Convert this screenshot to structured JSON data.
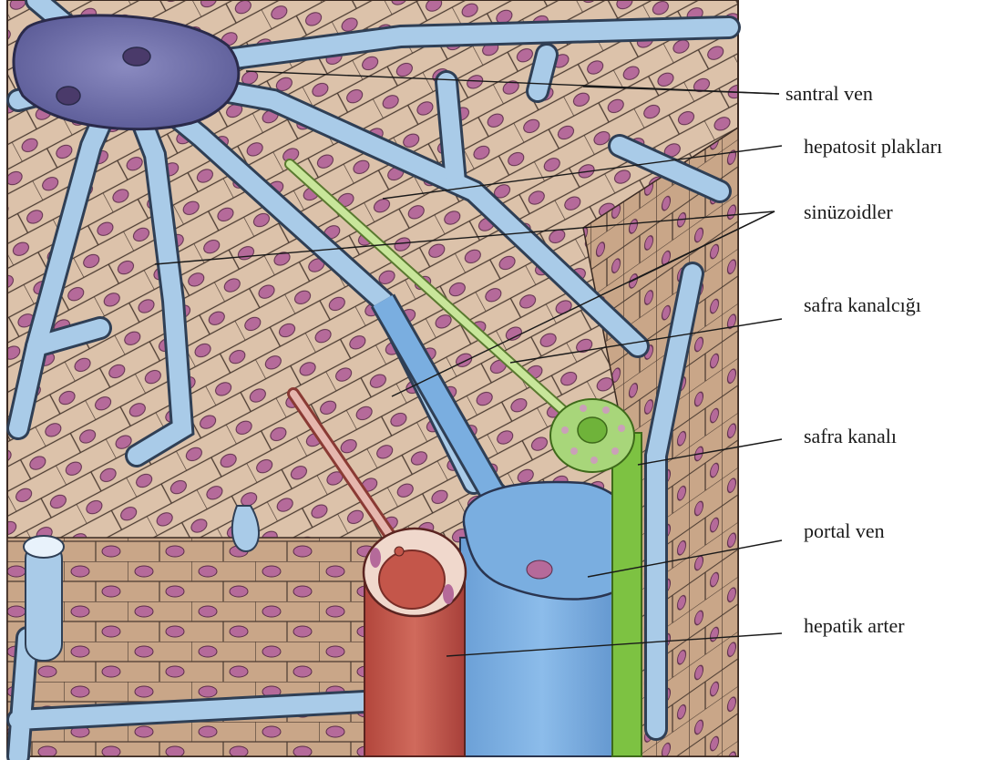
{
  "labels": [
    {
      "id": "santral-ven",
      "text": "santral ven"
    },
    {
      "id": "hepatosit-plaklari",
      "text": "hepatosit plakları"
    },
    {
      "id": "sinuzoidler",
      "text": "sinüzoidler"
    },
    {
      "id": "safra-kanalcigi",
      "text": "safra kanalcığı"
    },
    {
      "id": "safra-kanali",
      "text": "safra kanalı"
    },
    {
      "id": "portal-ven",
      "text": "portal ven"
    },
    {
      "id": "hepatik-arter",
      "text": "hepatik arter"
    }
  ],
  "colors": {
    "background": "#ffffff",
    "hepatocyte": "#dcc2aa",
    "hepatocyte_dark": "#c9a688",
    "cell_border": "#4a3a30",
    "nucleus": "#b56a9a",
    "sinusoid": "#a9cbe8",
    "central_vein": "#6f6fa8",
    "portal_vein": "#7aaee0",
    "hepatic_artery": "#c4564a",
    "bile_duct": "#7dc242",
    "bile_canaliculus": "#c8e69a",
    "label_line": "#1a1a1a"
  }
}
